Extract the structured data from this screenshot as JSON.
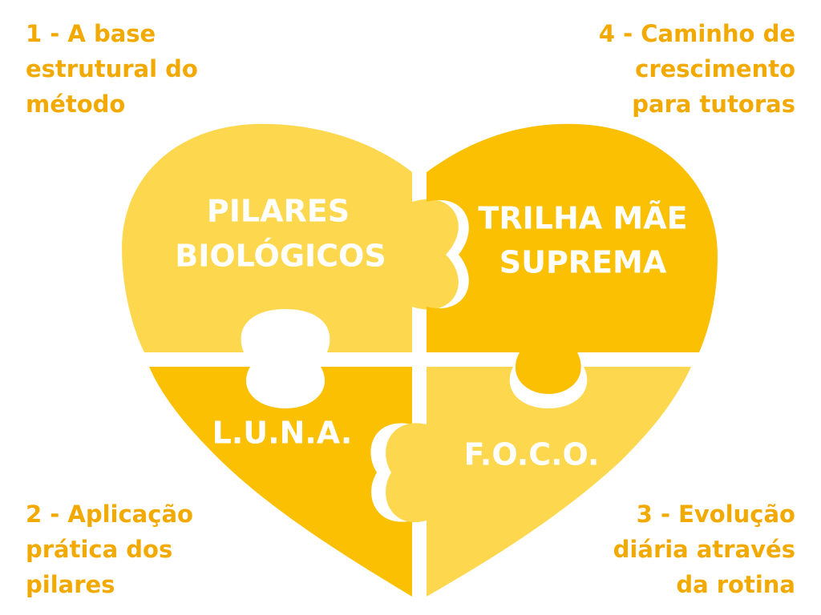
{
  "colors": {
    "accent_text": "#f2a900",
    "piece_light": "#fdd84f",
    "piece_dark": "#fbc002",
    "label_text": "#ffffff"
  },
  "annotations": {
    "top_left": [
      "1 - A base",
      "estrutural do",
      "método"
    ],
    "top_right": [
      "4 - Caminho de",
      "crescimento",
      "para tutoras"
    ],
    "bottom_left": [
      "2 - Aplicação",
      "prática dos",
      "pilares"
    ],
    "bottom_right": [
      "3 - Evolução",
      "diária através",
      "da rotina"
    ]
  },
  "pieces": {
    "top_left": [
      "PILARES",
      "BIOLÓGICOS"
    ],
    "top_right": [
      "TRILHA MÃE",
      "SUPREMA"
    ],
    "bottom_left": [
      "L.U.N.A."
    ],
    "bottom_right": [
      "F.O.C.O."
    ]
  }
}
